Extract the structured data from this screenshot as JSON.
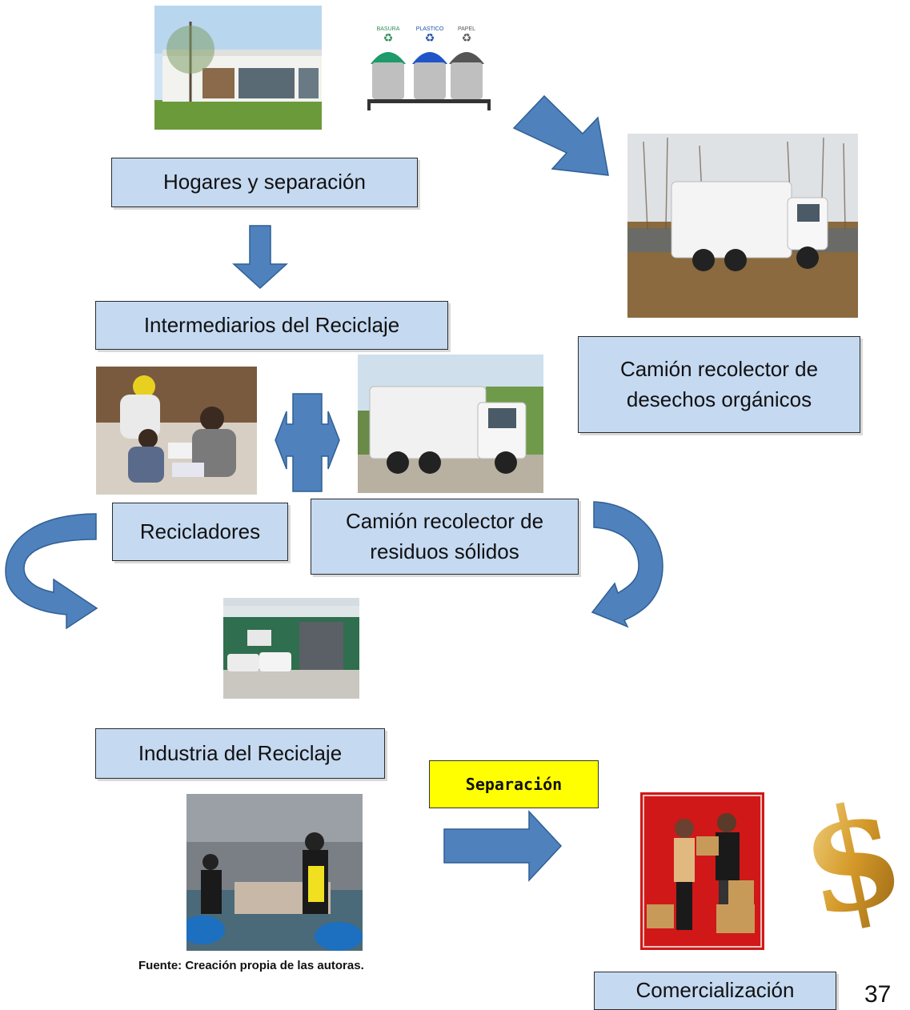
{
  "nodes": {
    "hogares": "Hogares y separación",
    "intermediarios": "Intermediarios del Reciclaje",
    "camion_organicos": "Camión recolector de desechos orgánicos",
    "recicladores": "Recicladores",
    "camion_solidos": "Camión recolector de residuos sólidos",
    "industria": "Industria del Reciclaje",
    "comercializacion": "Comercialización"
  },
  "bins_labels": [
    "BASURA",
    "PLASTICO",
    "PAPEL"
  ],
  "separacion_tag": "Separación",
  "caption": "Fuente: Creación propia de las autoras.",
  "page_number": "37",
  "colors": {
    "box_fill": "#c5d9f1",
    "arrow_fill": "#4f81bd",
    "tag_fill": "#ffff00"
  }
}
